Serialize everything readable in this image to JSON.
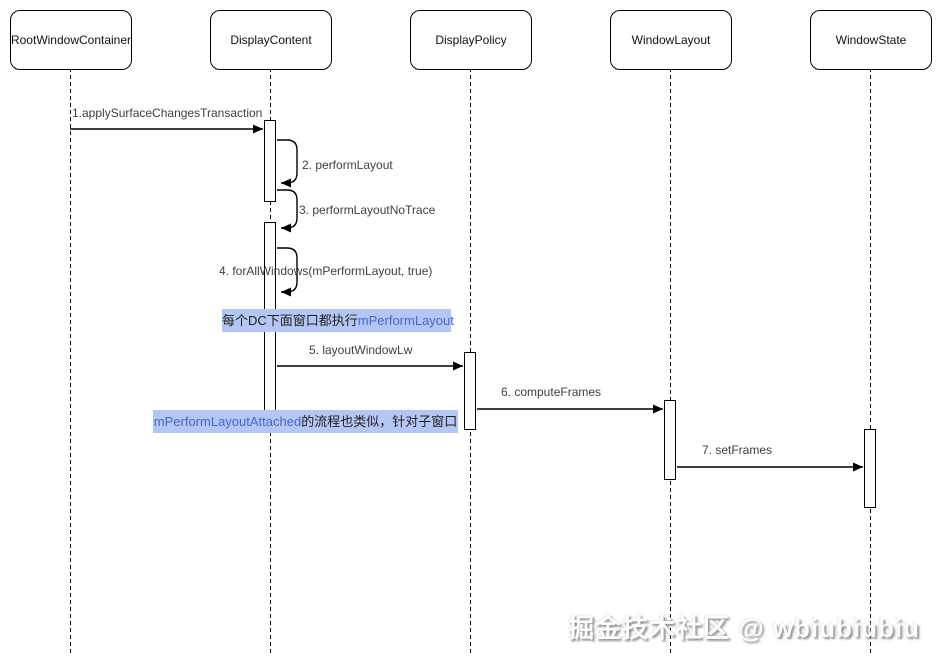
{
  "colors": {
    "note_bg": "#b3c6f4",
    "note_text": "#1f1f1f",
    "note_accent": "#4a67c8",
    "label_text": "#3f3f3f",
    "line": "#000000",
    "watermark": "#fdfdfd"
  },
  "diagram": {
    "actors": [
      {
        "label": "RootWindowContainer"
      },
      {
        "label": "DisplayContent"
      },
      {
        "label": "DisplayPolicy"
      },
      {
        "label": "WindowLayout"
      },
      {
        "label": "WindowState"
      }
    ],
    "messages": [
      {
        "label": "1.applySurfaceChangesTransaction",
        "from": "RootWindowContainer",
        "to": "DisplayContent"
      },
      {
        "label": "2. performLayout",
        "from": "DisplayContent",
        "to": "DisplayContent"
      },
      {
        "label": "3. performLayoutNoTrace",
        "from": "DisplayContent",
        "to": "DisplayContent"
      },
      {
        "label": "4. forAllWindows(mPerformLayout, true)",
        "from": "DisplayContent",
        "to": "DisplayContent"
      },
      {
        "label": "5. layoutWindowLw",
        "from": "DisplayContent",
        "to": "DisplayPolicy"
      },
      {
        "label": "6. computeFrames",
        "from": "DisplayPolicy",
        "to": "WindowLayout"
      },
      {
        "label": "7. setFrames",
        "from": "WindowLayout",
        "to": "WindowState"
      }
    ],
    "notes": [
      {
        "parts": [
          {
            "text": "每个DC下面窗口都执行"
          },
          {
            "text": "mPerformLayout"
          }
        ]
      },
      {
        "parts": [
          {
            "text": "mPerformLayoutAttached"
          },
          {
            "text": "的流程也类似，针对子窗口"
          }
        ]
      }
    ],
    "watermark": "掘金技术社区 @ wbiubiubiu"
  }
}
